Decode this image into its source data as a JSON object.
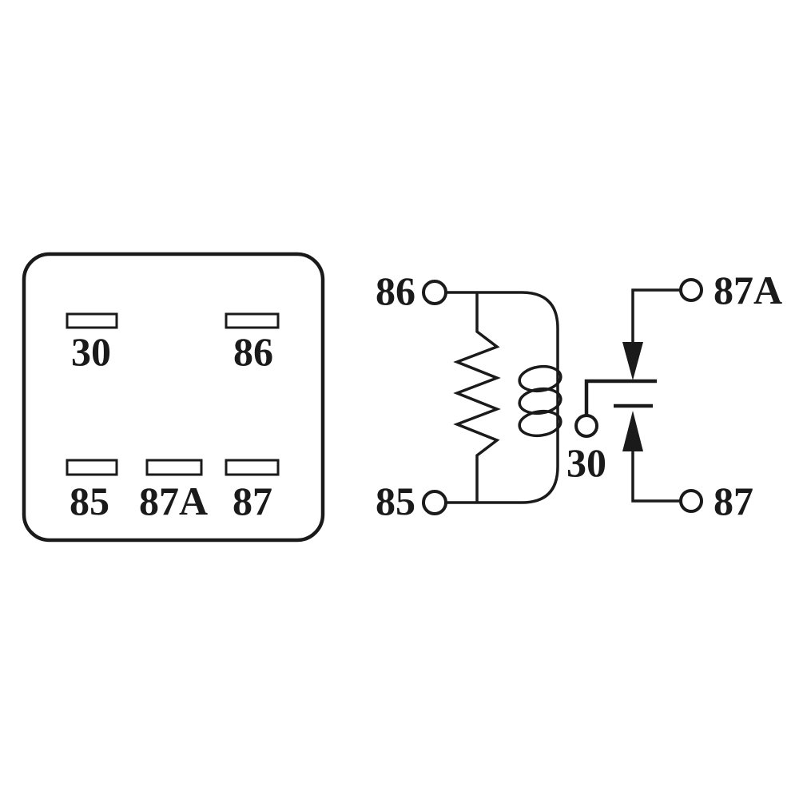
{
  "pin_layout": {
    "top_left_label": "30",
    "top_right_label": "86",
    "bottom_left_label": "85",
    "bottom_center_label": "87A",
    "bottom_right_label": "87"
  },
  "schematic": {
    "coil_top_label": "86",
    "coil_bottom_label": "85",
    "common_label": "30",
    "nc_label": "87A",
    "no_label": "87"
  },
  "colors": {
    "line": "#1a1a1a",
    "background": "#ffffff"
  }
}
